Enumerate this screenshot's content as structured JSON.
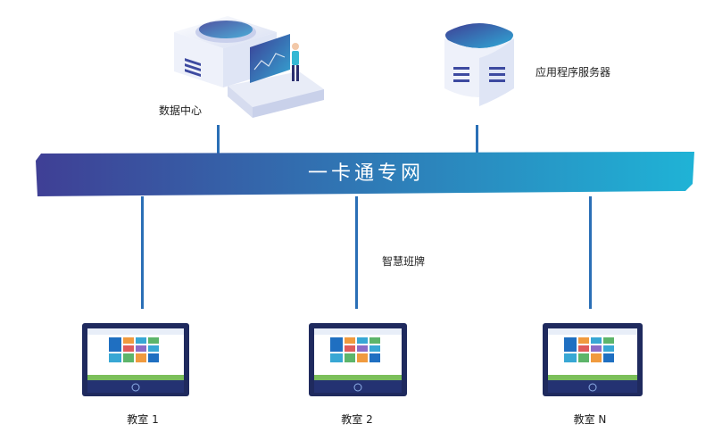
{
  "nodes": {
    "data_center": {
      "label": "数据中心"
    },
    "app_server": {
      "label": "应用程序服务器"
    },
    "smart_board": {
      "label": "智慧班牌"
    }
  },
  "network": {
    "label": "一卡通专网"
  },
  "classrooms": [
    {
      "label": "教室 1"
    },
    {
      "label": "教室 2"
    },
    {
      "label": "教室 N"
    }
  ],
  "colors": {
    "bar_start": "#3f3f95",
    "bar_end": "#1fb3d6",
    "line": "#2a6fb6"
  }
}
